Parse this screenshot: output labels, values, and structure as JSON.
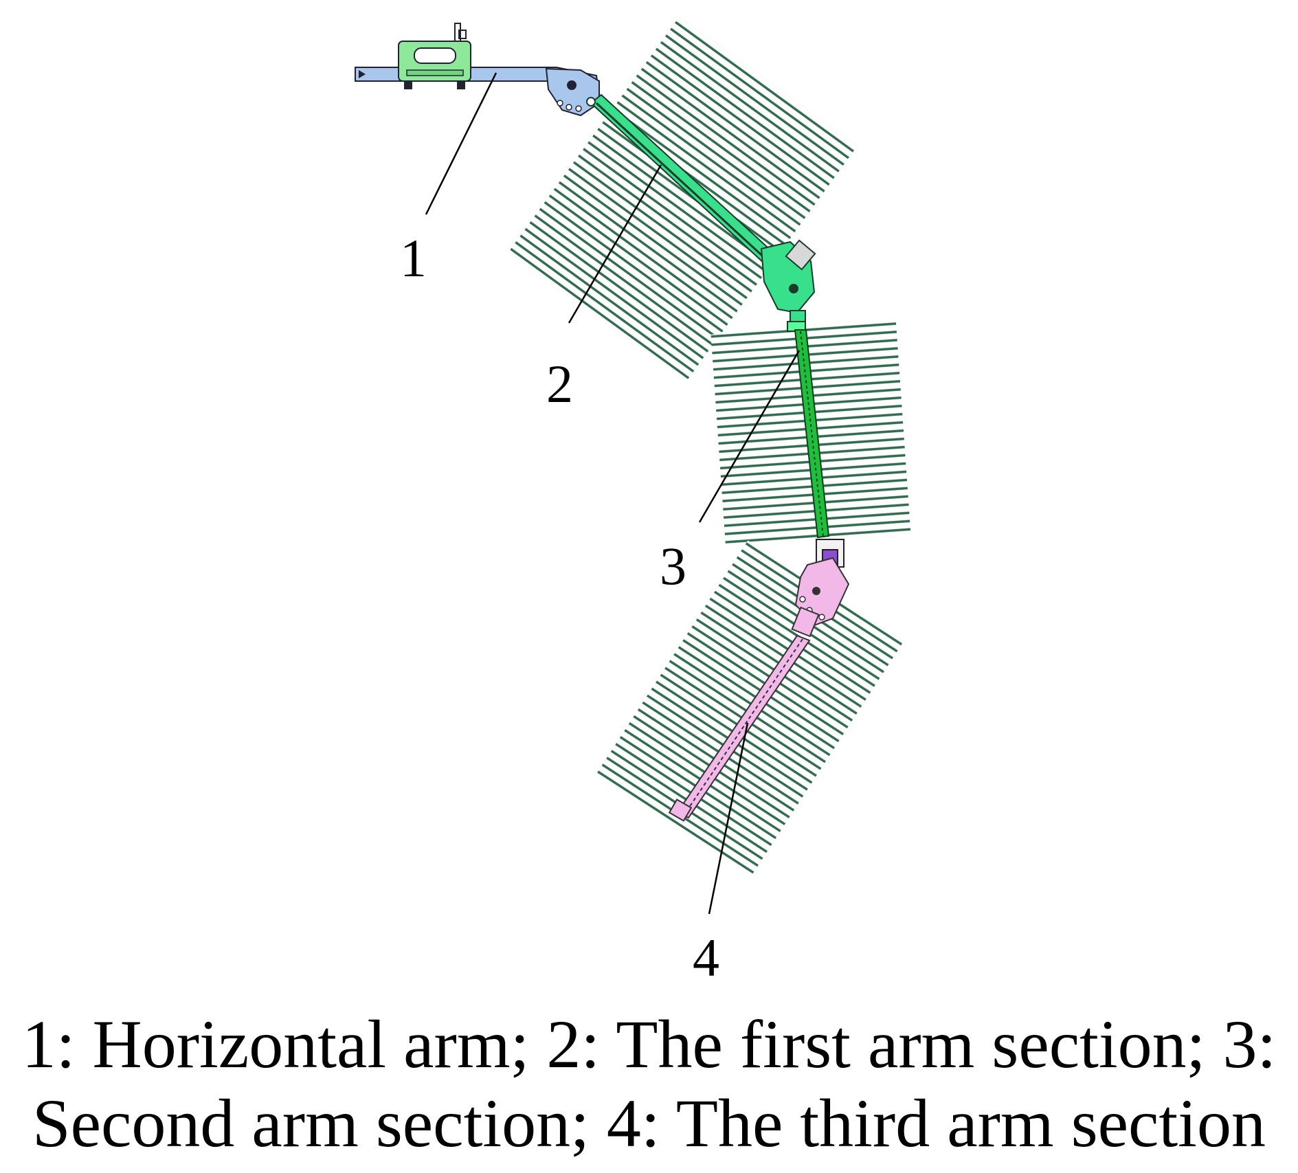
{
  "labels": {
    "l1": "1",
    "l2": "2",
    "l3": "3",
    "l4": "4"
  },
  "caption": {
    "line1": "1: Horizontal arm; 2: The first arm section; 3:",
    "line2": "Second arm section; 4: The third arm section"
  },
  "colors": {
    "horizontal_arm": "#a9c7ec",
    "first_arm": "#38e08c",
    "second_arm": "#1fbf3e",
    "third_arm": "#f2b8e8",
    "joint_purple": "#8a4fd0",
    "carriage": "#8ee89a",
    "plants": "#2f6b4c",
    "leader": "#000000"
  }
}
